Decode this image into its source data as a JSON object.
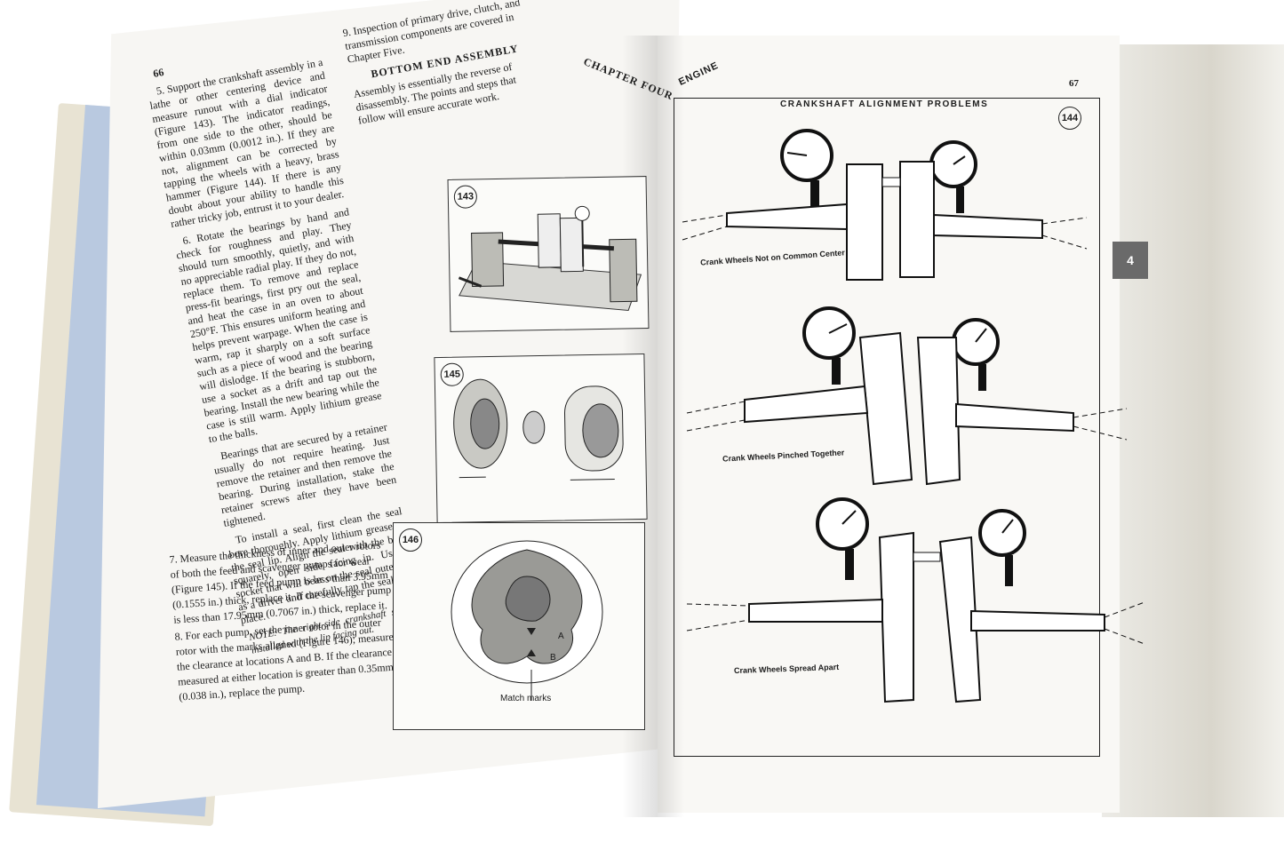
{
  "left_page": {
    "page_number": "66",
    "col1": [
      "5. Support the crankshaft assembly in a lathe or other centering device and measure runout with a dial indicator (Figure 143). The indicator readings, from one side to the other, should be within 0.03mm (0.0012 in.). If they are not, alignment can be corrected by tapping the wheels with a heavy, brass hammer (Figure 144). If there is any doubt about your ability to handle this rather tricky job, entrust it to your dealer.",
      "6. Rotate the bearings by hand and check for roughness and play. They should turn smoothly, quietly, and with no appreciable radial play. If they do not, replace them. To remove and replace press-fit bearings, first pry out the seal, and heat the case in an oven to about 250°F. This ensures uniform heating and helps prevent warpage. When the case is warm, rap it sharply on a soft surface such as a piece of wood and the bearing will dislodge. If the bearing is stubborn, use a socket as a drift and tap out the bearing. Install the new bearing while the case is still warm. Apply lithium grease to the balls.",
      "Bearings that are secured by a retainer usually do not require heating. Just remove the retainer and then remove the bearing. During installation, stake the retainer screws after they have been tightened.",
      "To install a seal, first clean the seal bore thoroughly. Apply lithium grease to the seal lip. Align the seal with the bore squarely, open side facing in. Use a socket that will bear on the seal outer lip as a driver and carefully tap the seal into place."
    ],
    "note": "NOTE: The right-side crankshaft seal is installed with the lip facing out.",
    "lower": [
      "7. Measure the thickness of inner and outer rotors of both the feed and scavenger pumps for wear (Figure 145). If the feed pump is less than 3.95mm (0.1555 in.) thick, replace it. If the scavenger pump is less than 17.95mm (0.7067 in.) thick, replace it.",
      "8. For each pump, set the inner rotor in the outer rotor with the marks aligned (Figure 146); measure the clearance at locations A and B. If the clearance measured at either location is greater than 0.35mm (0.038 in.), replace the pump."
    ],
    "chapter_header": "CHAPTER FOUR",
    "col2_intro": "9. Inspection of primary drive, clutch, and transmission components are covered in Chapter Five.",
    "heading": "BOTTOM END ASSEMBLY",
    "col2_text": "Assembly is essentially the reverse of disassembly. The points and steps that follow will ensure accurate work.",
    "fig143": "143",
    "fig145": "145",
    "fig146": "146",
    "fig146_label_a": "A",
    "fig146_label_b": "B",
    "fig146_caption": "Match marks"
  },
  "right_page": {
    "chapter": "ENGINE",
    "page_number": "67",
    "title": "CRANKSHAFT ALIGNMENT PROBLEMS",
    "fig_number": "144",
    "captions": [
      "Crank Wheels Not on Common Center",
      "Crank Wheels Pinched Together",
      "Crank Wheels Spread Apart"
    ],
    "tab": "4"
  }
}
